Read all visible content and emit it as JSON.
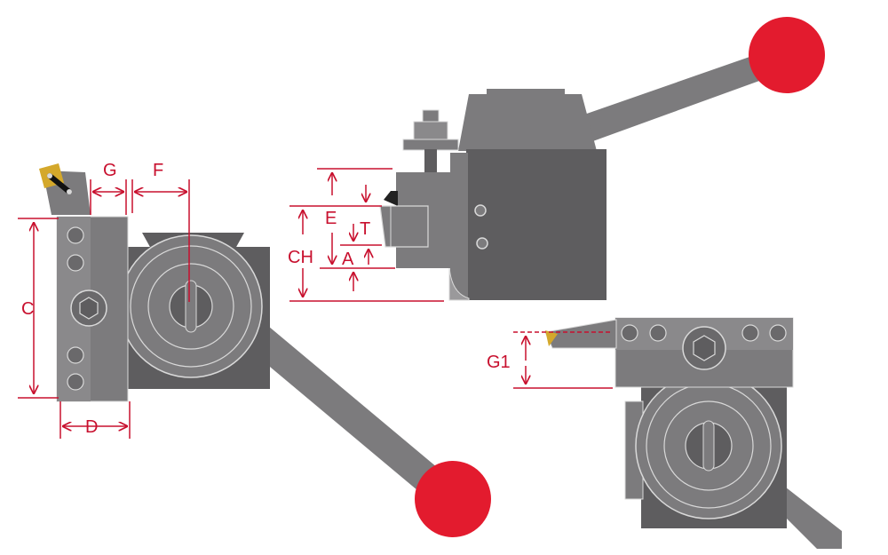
{
  "colors": {
    "dimension": "#c8102e",
    "body_dark": "#5e5d5f",
    "body_mid": "#7c7b7d",
    "body_light": "#9a999b",
    "outline": "#d9d9d9",
    "knob": "#e31b2e",
    "insert": "#d4a82b"
  },
  "labels": {
    "G": "G",
    "F": "F",
    "C": "C",
    "D": "D",
    "E": "E",
    "T": "T",
    "A": "A",
    "CH": "CH",
    "G1": "G1"
  }
}
